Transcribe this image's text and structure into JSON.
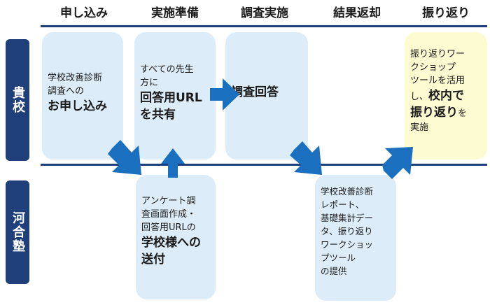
{
  "phases": [
    "申し込み",
    "実施準備",
    "調査実施",
    "結果返却",
    "振り返り"
  ],
  "rows": {
    "school": "貴校",
    "kawai": "河合塾"
  },
  "cards": {
    "apply": {
      "line1": "学校改善診断",
      "line2": "調査への",
      "bold": "お申し込み"
    },
    "share": {
      "line1": "すべての先生",
      "line2": "方に",
      "bold1": "回答用URL",
      "bold2": "を共有"
    },
    "answer": {
      "bold": "調査回答"
    },
    "reflect": {
      "line1": "振り返りワー",
      "line2": "クショップ",
      "line3": "ツールを活用",
      "line4_pre": "し、",
      "bold1": "校内で",
      "bold2": "振り返り",
      "line5_post": "を",
      "line6": "実施"
    },
    "prepare": {
      "line1": "アンケート調",
      "line2": "査画面作成・",
      "line3": "回答用URLの",
      "bold1": "学校様への",
      "bold2": "送付"
    },
    "result": {
      "line1": "学校改善診断",
      "line2": "レポート、",
      "line3": "基礎集計デー",
      "line4": "タ、振り返り",
      "line5": "ワークショッ",
      "line6": "プツール",
      "line7": "の提供"
    }
  },
  "colors": {
    "navy": "#1f3f7a",
    "arrow": "#1a6fbf",
    "card_blue": "#dcecf9",
    "card_yellow": "#fdfbd1"
  }
}
